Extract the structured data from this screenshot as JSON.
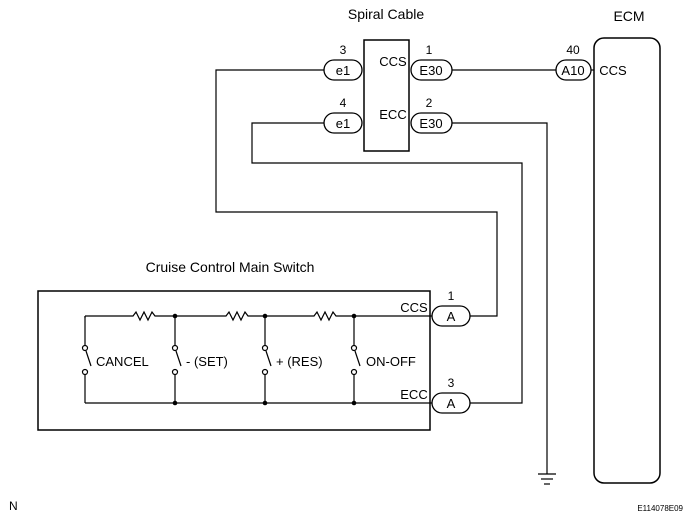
{
  "components": {
    "spiral_cable": {
      "title": "Spiral Cable",
      "left_pins": [
        {
          "connector": "e1",
          "pin": "3"
        },
        {
          "connector": "e1",
          "pin": "4"
        }
      ],
      "right_pins": [
        {
          "connector": "E30",
          "pin": "1",
          "signal": "CCS"
        },
        {
          "connector": "E30",
          "pin": "2",
          "signal": "ECC"
        }
      ]
    },
    "ecm": {
      "title": "ECM",
      "connector": "A10",
      "pin": "40",
      "signal": "CCS"
    },
    "main_switch": {
      "title": "Cruise Control Main Switch",
      "switches": [
        "CANCEL",
        "- (SET)",
        "+ (RES)",
        "ON-OFF"
      ],
      "terminals": [
        {
          "signal": "CCS",
          "connector": "A",
          "pin": "1"
        },
        {
          "signal": "ECC",
          "connector": "A",
          "pin": "3"
        }
      ]
    }
  },
  "corner_label": "N",
  "figure_id": "E114078E09"
}
